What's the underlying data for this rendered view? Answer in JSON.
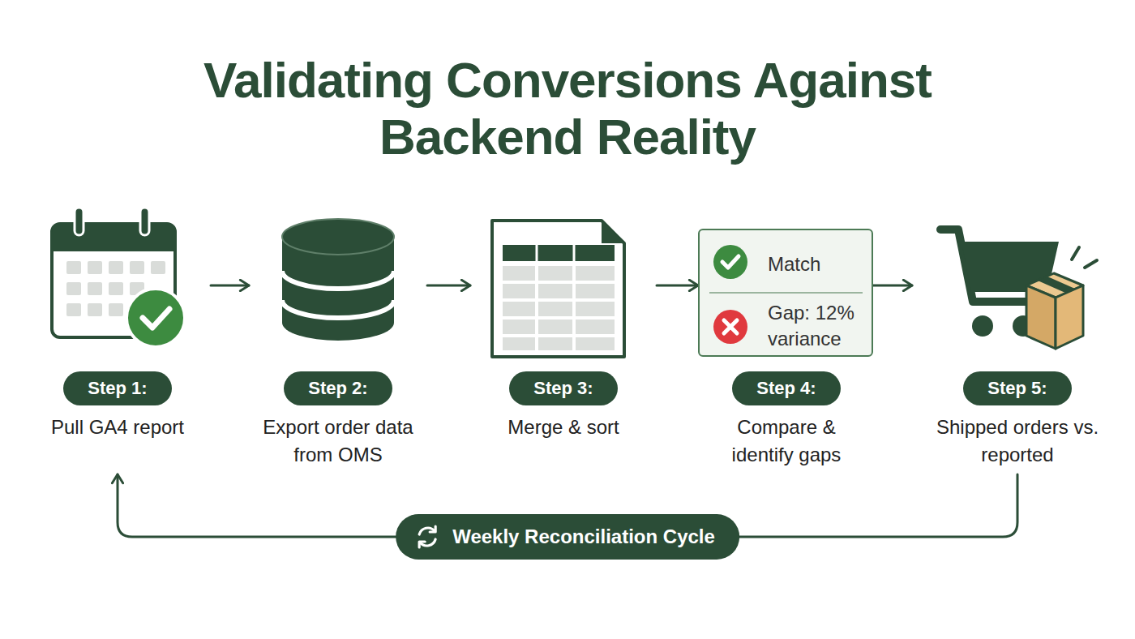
{
  "diagram": {
    "title": "Validating Conversions Against Backend Reality",
    "nodes": [
      {
        "text": [
          "Step 1:",
          "Pull GA4 report"
        ]
      },
      {
        "text": [
          "Step 2:",
          "Export order data from OMS"
        ]
      },
      {
        "text": [
          "Step 3:",
          "Merge & sort"
        ]
      },
      {
        "text": [
          "Step 4:",
          "Compare & identify gaps"
        ]
      },
      {
        "text": [
          "Match",
          "Gap: 12% variance"
        ],
        "in": 3
      },
      {
        "text": [
          "Step 5:",
          "Shipped orders vs. reported"
        ]
      }
    ],
    "edges": [
      {
        "from": 0,
        "to": 1,
        "arrow": "to"
      },
      {
        "from": 1,
        "to": 2,
        "arrow": "to"
      },
      {
        "from": 2,
        "to": 4,
        "arrow": "to"
      },
      {
        "from": 4,
        "to": 5,
        "arrow": "to"
      },
      {
        "from": 5,
        "to": 0,
        "label": "Weekly Reconciliation Cycle",
        "arrow": "to"
      }
    ]
  }
}
